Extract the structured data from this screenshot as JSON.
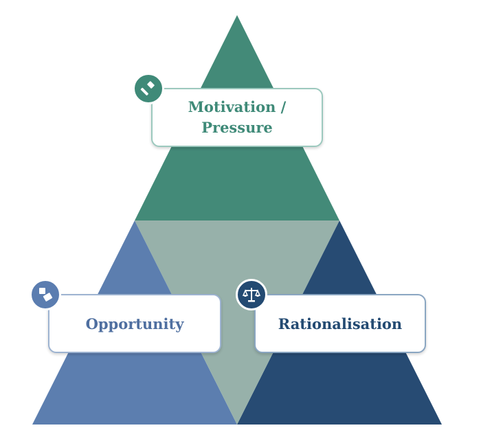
{
  "diagram": {
    "title": "",
    "colors": {
      "top": "#438a78",
      "left": "#5c7eaf",
      "right": "#274b73",
      "center": "#97b1aa"
    },
    "sections": [
      {
        "id": "motivation",
        "label_line1": "Motivation /",
        "label_line2": "Pressure",
        "icon": "hammer-icon"
      },
      {
        "id": "opportunity",
        "label": "Opportunity",
        "icon": "blocks-icon"
      },
      {
        "id": "rationalisation",
        "label": "Rationalisation",
        "icon": "scales-icon"
      }
    ]
  }
}
